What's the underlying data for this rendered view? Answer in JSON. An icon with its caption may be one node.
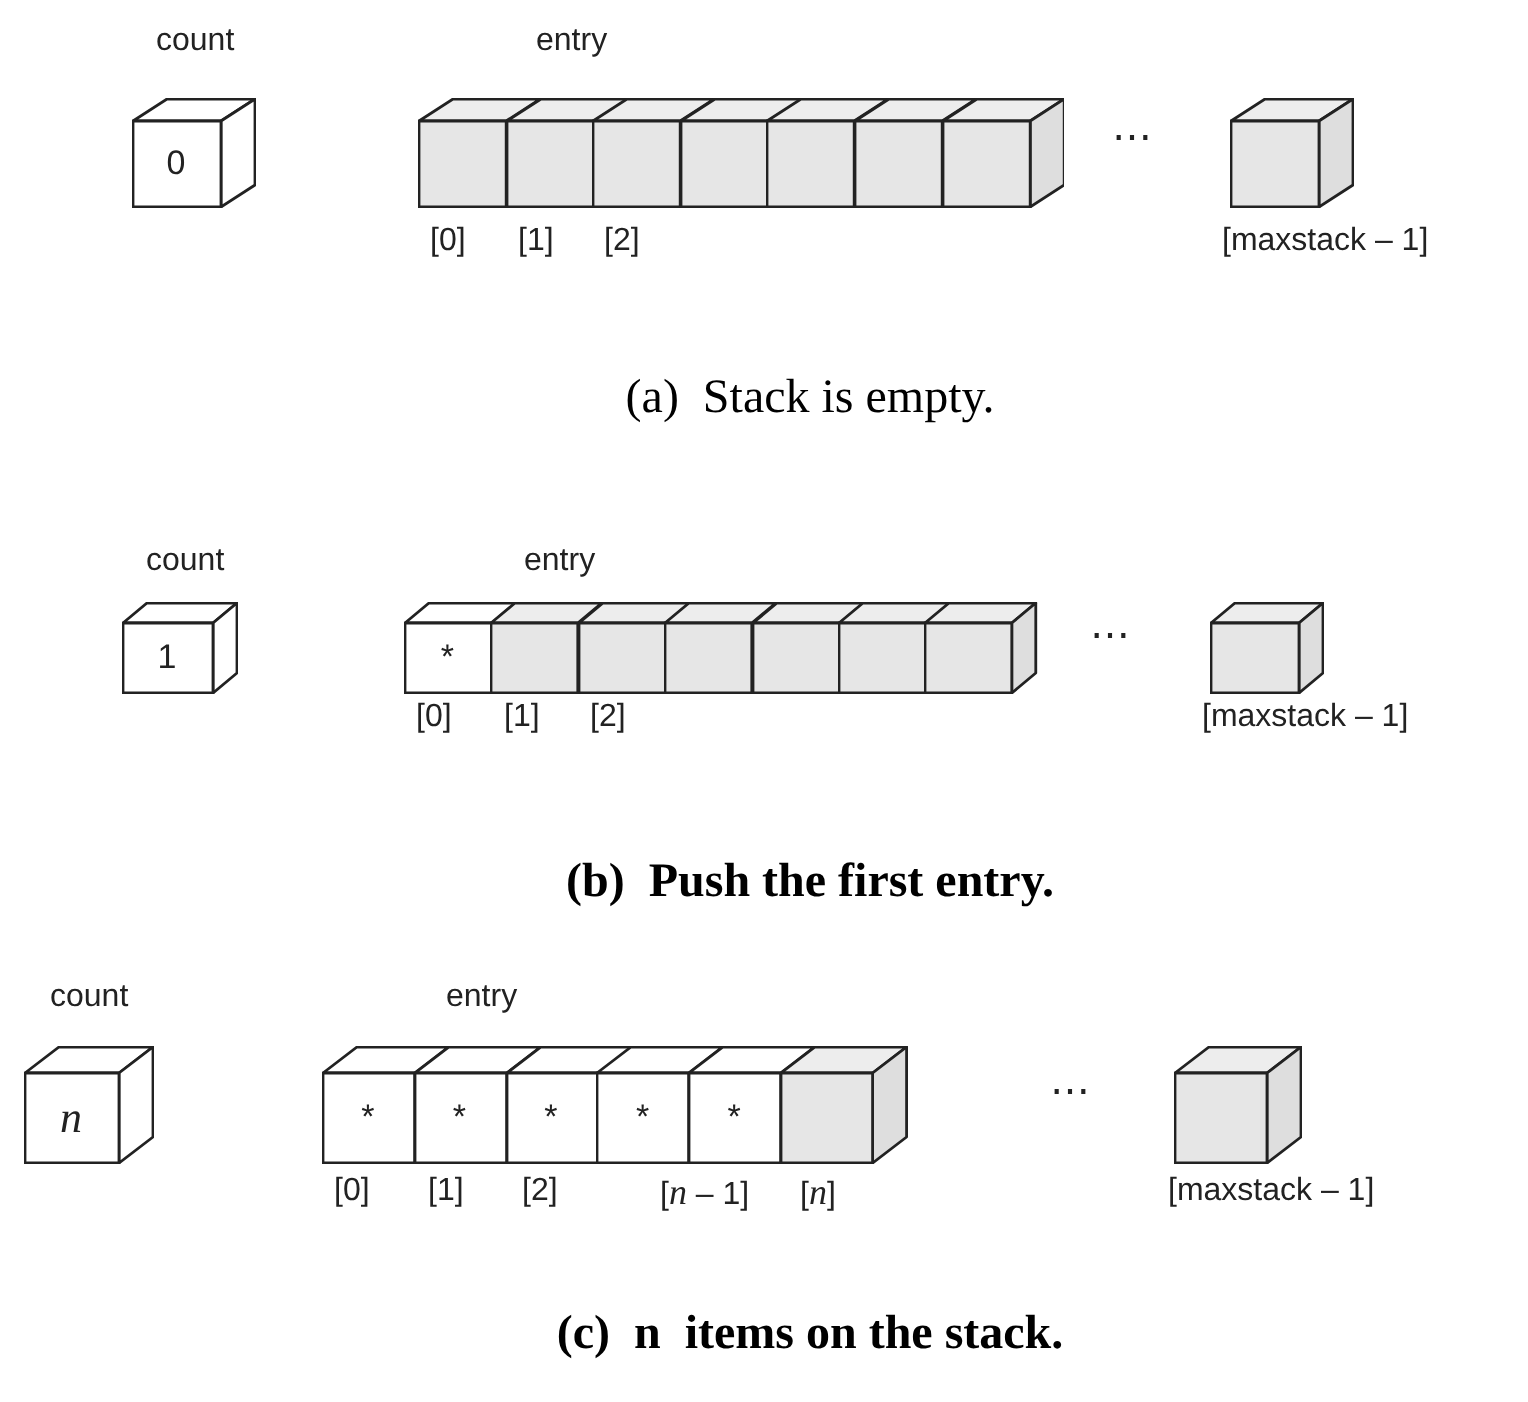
{
  "diagram": {
    "nodes": [
      {
        "text": [
          "0"
        ]
      },
      {
        "text": [],
        "shape": "box"
      },
      {
        "text": [],
        "shape": "box"
      },
      {
        "text": [],
        "shape": "box"
      },
      {
        "text": [],
        "shape": "box"
      },
      {
        "text": [],
        "shape": "box"
      },
      {
        "text": [],
        "shape": "box"
      },
      {
        "text": [],
        "shape": "box"
      },
      {
        "text": [],
        "shape": "box"
      },
      {
        "text": [
          "1"
        ]
      },
      {
        "text": [
          "*"
        ]
      },
      {
        "text": [],
        "shape": "box"
      },
      {
        "text": [],
        "shape": "box"
      },
      {
        "text": [],
        "shape": "box"
      },
      {
        "text": [],
        "shape": "box"
      },
      {
        "text": [],
        "shape": "box"
      },
      {
        "text": [],
        "shape": "box"
      },
      {
        "text": [],
        "shape": "box"
      },
      {
        "text": [
          "n"
        ]
      },
      {
        "text": [
          "*"
        ]
      },
      {
        "text": [
          "*"
        ]
      },
      {
        "text": [
          "*"
        ]
      },
      {
        "text": [
          "*"
        ]
      },
      {
        "text": [
          "*"
        ]
      },
      {
        "text": [],
        "shape": "box"
      },
      {
        "text": [],
        "shape": "box"
      }
    ],
    "edges": [],
    "labels": [
      "count",
      "entry",
      "[0]",
      "[1]",
      "[2]",
      "⋯",
      "[maxstack – 1]",
      "(a)  Stack is empty.",
      "count",
      "entry",
      "[0]",
      "[1]",
      "[2]",
      "⋯",
      "[maxstack – 1]",
      "(b)  Push the first entry.",
      "count",
      "entry",
      "[0]",
      "[1]",
      "[2]",
      "[*n* – 1]",
      "[*n*]",
      "⋯",
      "[maxstack – 1]",
      "(c)  n  items on the stack."
    ]
  }
}
